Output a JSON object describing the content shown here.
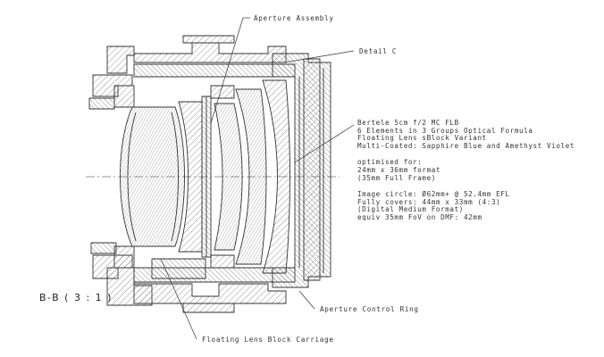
{
  "labels": {
    "aperture_assembly": "Aperture Assembly",
    "detail_c": "Detail C",
    "aperture_control_ring": "Aperture Control Ring",
    "floating_lens_block_carriage": "Floating Lens Block Carriage",
    "section": "B-B ( 3 : 1 )"
  },
  "notes": {
    "block1": [
      "Bertele 5cm f/2 MC FLB",
      "6 Elements in 3 Groups Optical Formula",
      "Floating Lens sBlock Variant",
      "Multi-Coated: Sapphire Blue and Amethyst Violet"
    ],
    "block2": [
      "optimised for:",
      "24mm x 36mm format",
      "(35mm Full Frame)"
    ],
    "block3": [
      "Image circle: Ø62mm+ @ 52.4mm EFL",
      "Fully covers: 44mm x 33mm (4:3)",
      "(Digital Medium Format)",
      "equiv 35mm FoV on DMF: 42mm"
    ]
  },
  "colors": {
    "ink": "#333333",
    "background": "#ffffff"
  }
}
